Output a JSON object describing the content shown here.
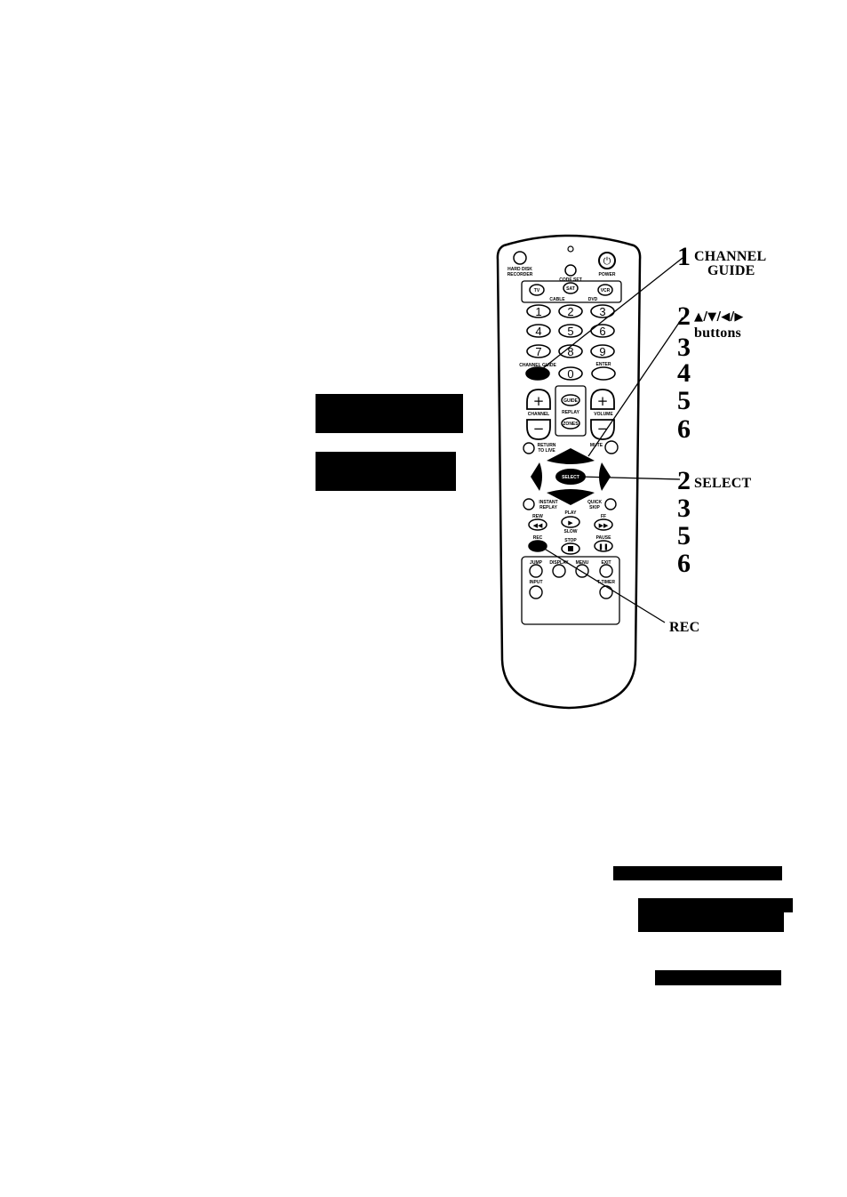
{
  "remote": {
    "labels": {
      "hard_disk": "HARD DISK",
      "recorder": "RECORDER",
      "code_set": "CODE SET",
      "power": "POWER",
      "tv": "TV",
      "sat": "SAT",
      "vcr": "VCR",
      "cable": "CABLE",
      "dvd": "DVD",
      "channel_guide": "CHANNEL GUIDE",
      "enter": "ENTER",
      "guide": "GUIDE",
      "replay": "REPLAY",
      "zones": "ZONES",
      "channel": "CHANNEL",
      "volume": "VOLUME",
      "return": "RETURN",
      "to_live": "TO LIVE",
      "mute": "MUTE",
      "select": "SELECT",
      "instant": "INSTANT",
      "instant_replay": "REPLAY",
      "quick": "QUICK",
      "skip": "SKIP",
      "rew": "REW",
      "play": "PLAY",
      "slow": "SLOW",
      "ff": "FF",
      "rec": "REC",
      "stop": "STOP",
      "pause": "PAUSE",
      "jump": "JUMP",
      "display": "DISPLAY",
      "menu": "MENU",
      "exit": "EXIT",
      "input": "INPUT",
      "t_timer": "T-TIMER"
    },
    "digits": [
      "1",
      "2",
      "3",
      "4",
      "5",
      "6",
      "7",
      "8",
      "9",
      "0"
    ]
  },
  "callouts": {
    "channel_guide": {
      "step": "1",
      "text_line1": "CHANNEL",
      "text_line2": "GUIDE"
    },
    "arrows": {
      "step": "2",
      "text_line1": "▲/▼/◀/▶",
      "text_line2": "buttons",
      "steps_after": [
        "3",
        "4",
        "5",
        "6"
      ]
    },
    "select": {
      "step": "2",
      "text": "SELECT",
      "steps_after": [
        "3",
        "5",
        "6"
      ]
    },
    "rec": {
      "text": "REC"
    }
  },
  "colors": {
    "ink": "#000000",
    "paper": "#ffffff"
  }
}
